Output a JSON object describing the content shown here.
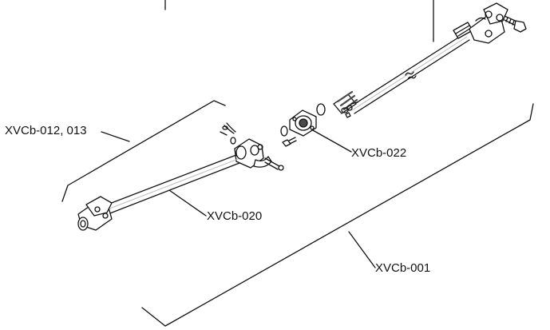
{
  "diagram": {
    "type": "exploded parts illustration",
    "callouts": {
      "upper_shaft_assembly": "XVCb-012, 013",
      "bearing_flange": "XVCb-022",
      "lower_shaft": "XVCb-020",
      "complete_assembly": "XVCb-001"
    }
  },
  "colors": {
    "line": "#111111",
    "part_fill": "#ffffff",
    "shade": "#bdbdbd",
    "dark": "#4a4a4a"
  }
}
